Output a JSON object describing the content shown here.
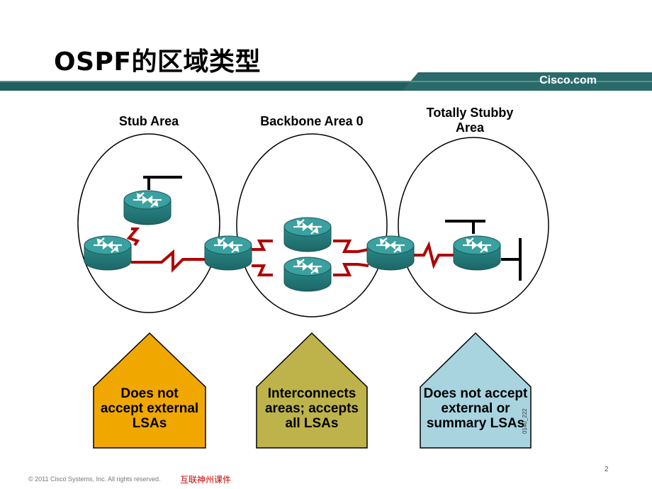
{
  "title": "OSPF的区域类型",
  "brand": "Cisco.com",
  "areas": [
    {
      "label": "Stub Area",
      "box_text": "Does not accept external LSAs",
      "box_color": "#f0a800"
    },
    {
      "label": "Backbone Area 0",
      "box_text": "Interconnects areas; accepts all LSAs",
      "box_color": "#bdb34a"
    },
    {
      "label": "Totally Stubby Area",
      "box_text": "Does not accept external or summary LSAs",
      "box_color": "#a8d4e0"
    }
  ],
  "figure_code": "0140_222",
  "footer": {
    "copyright": "© 2011 Cisco Systems, Inc. All rights reserved.",
    "watermark": "互联神州课件",
    "page_number": "2"
  },
  "colors": {
    "header_bar": "#1f5f5f",
    "router": "#2c8a8a",
    "link": "#b00000"
  }
}
